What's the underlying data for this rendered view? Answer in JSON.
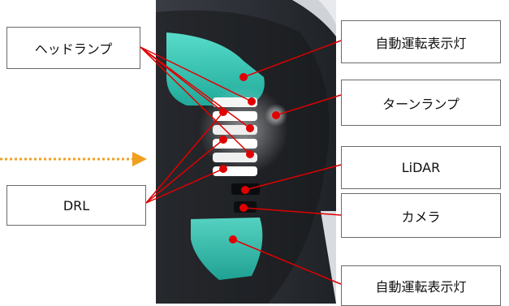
{
  "labels": {
    "headlamp": "ヘッドランプ",
    "drl": "DRL",
    "ad_indicator_top": "自動運転表示灯",
    "turn_lamp": "ターンランプ",
    "lidar": "LiDAR",
    "camera": "カメラ",
    "ad_indicator_bottom": "自動運転表示灯"
  },
  "colors": {
    "leader_line": "#e00000",
    "marker_dot": "#e00000",
    "arrow": "#f0a020",
    "teal_light": "#2fd6c0",
    "vehicle_body": "#2a2d33"
  }
}
